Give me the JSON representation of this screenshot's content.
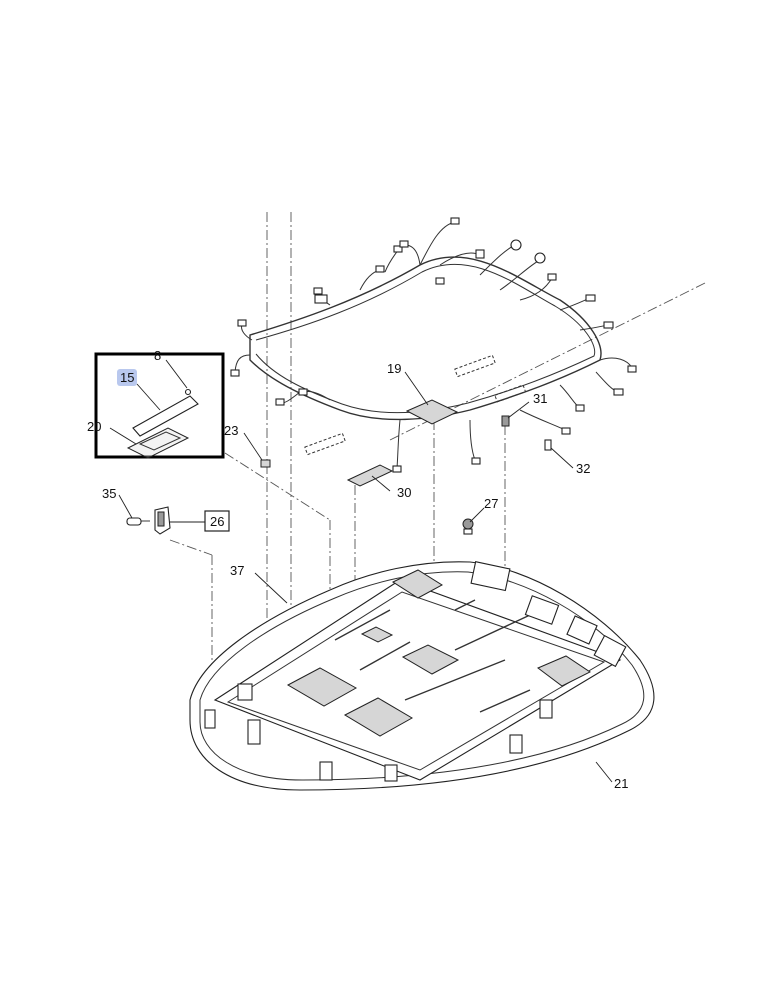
{
  "callouts": {
    "c8": "8",
    "c15": "15",
    "c19": "19",
    "c20": "20",
    "c21": "21",
    "c23": "23",
    "c26": "26",
    "c27": "27",
    "c30": "30",
    "c31": "31",
    "c32": "32",
    "c35": "35",
    "c37": "37"
  },
  "colors": {
    "highlight": "#b9c8ee",
    "detail_box": "#000000"
  }
}
